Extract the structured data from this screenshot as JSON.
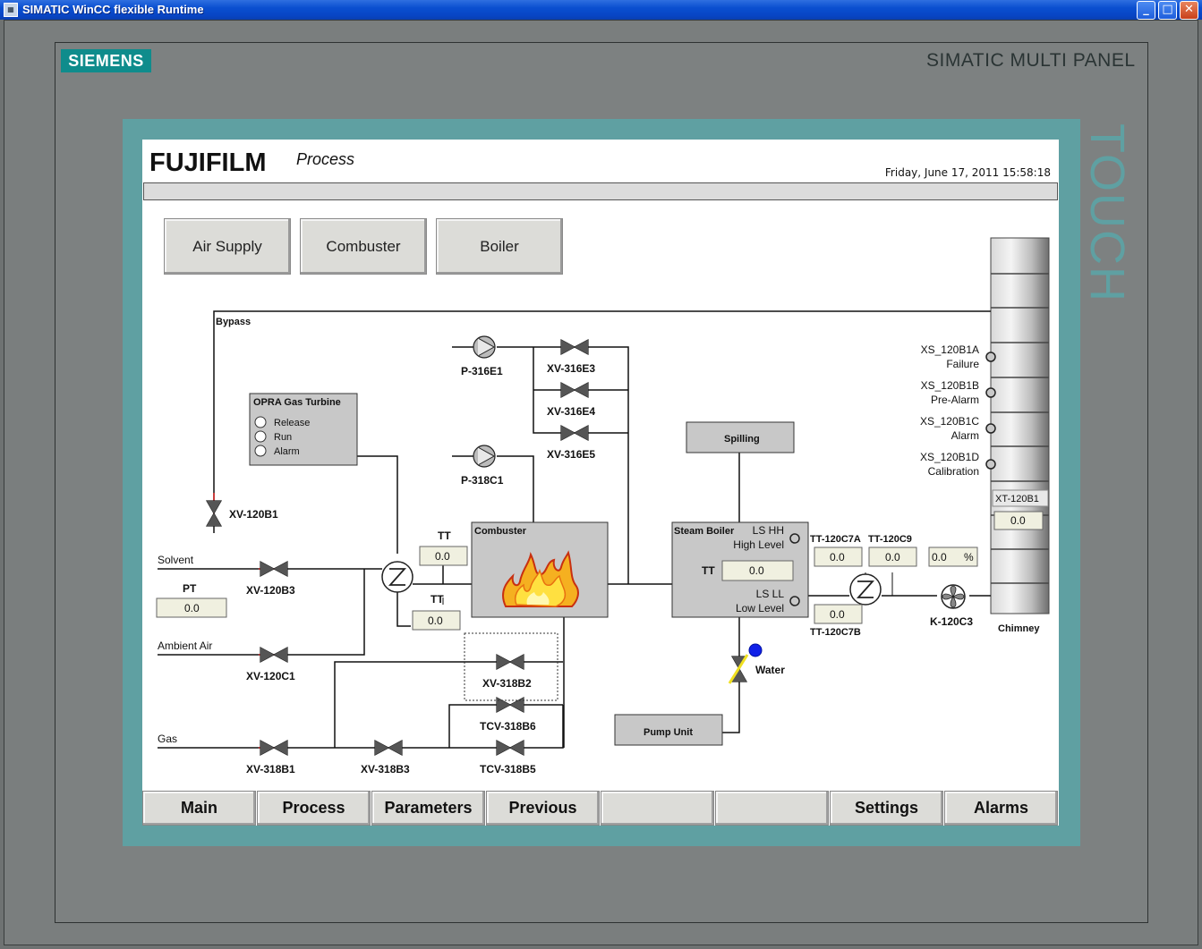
{
  "window": {
    "title": "SIMATIC WinCC flexible Runtime",
    "minimize": "_",
    "maximize": "□",
    "close": "✕"
  },
  "device": {
    "brand": "SIEMENS",
    "model": "SIMATIC MULTI PANEL",
    "touch": "TOUCH"
  },
  "header": {
    "logo": "FUJIFILM",
    "screen_title": "Process",
    "datetime": "Friday, June 17, 2011 15:58:18"
  },
  "mode_buttons": [
    "Air Supply",
    "Combuster",
    "Boiler"
  ],
  "nav_buttons": [
    "Main",
    "Process",
    "Parameters",
    "Previous",
    "",
    "",
    "Settings",
    "Alarms"
  ],
  "diagram": {
    "bypass": "Bypass",
    "gas_turbine": {
      "title": "OPRA Gas Turbine",
      "options": [
        "Release",
        "Run",
        "Alarm"
      ]
    },
    "pumps": {
      "p316e1": "P-316E1",
      "p318c1": "P-318C1"
    },
    "valves": {
      "xv316e3": "XV-316E3",
      "xv316e4": "XV-316E4",
      "xv316e5": "XV-316E5",
      "xv120b1": "XV-120B1",
      "xv120b3": "XV-120B3",
      "xv120c1": "XV-120C1",
      "xv318b2": "XV-318B2",
      "tcv318b6": "TCV-318B6",
      "tcv318b5": "TCV-318B5",
      "xv318b1": "XV-318B1",
      "xv318b3": "XV-318B3"
    },
    "lines": {
      "solvent": "Solvent",
      "ambient_air": "Ambient Air",
      "gas": "Gas",
      "water": "Water"
    },
    "pt": {
      "label": "PT",
      "value": "0.0"
    },
    "tt_top": {
      "label": "TT",
      "value": "0.0"
    },
    "tt_bottom": {
      "label": "TT",
      "value": "0.0"
    },
    "combuster": "Combuster",
    "spilling": "Spilling",
    "pump_unit": "Pump Unit",
    "steam_boiler": {
      "title": "Steam Boiler",
      "ls_hh": "LS HH",
      "high_level": "High Level",
      "tt_label": "TT",
      "tt_value": "0.0",
      "ls_ll": "LS LL",
      "low_level": "Low Level"
    },
    "tt120c7a": {
      "label": "TT-120C7A",
      "value": "0.0"
    },
    "tt120c9": {
      "label": "TT-120C9",
      "value": "0.0"
    },
    "tt120c7b": {
      "label": "TT-120C7B",
      "value": "0.0"
    },
    "percent": {
      "value": "0.0",
      "unit": "%"
    },
    "fan": "K-120C3",
    "chimney": "Chimney",
    "xt120b1": {
      "label": "XT-120B1",
      "value": "0.0"
    },
    "xs": [
      {
        "tag": "XS_120B1A",
        "text": "Failure"
      },
      {
        "tag": "XS_120B1B",
        "text": "Pre-Alarm"
      },
      {
        "tag": "XS_120B1C",
        "text": "Alarm"
      },
      {
        "tag": "XS_120B1D",
        "text": "Calibration"
      }
    ]
  }
}
